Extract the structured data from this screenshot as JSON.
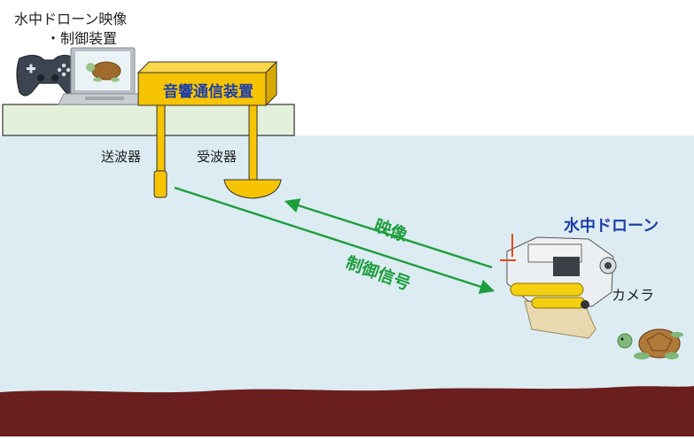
{
  "labels": {
    "title_line1": "水中ドローン映像",
    "title_line2": "・制御装置",
    "acoustic_device": "音響通信装置",
    "transmitter": "送波器",
    "receiver": "受波器",
    "video": "映像",
    "control_signal": "制御信号",
    "drone": "水中ドローン",
    "camera": "カメラ"
  },
  "colors": {
    "water": "#dcecf2",
    "seabed": "#6b1e1e",
    "shelf": "#e3f0dc",
    "acoustic_box": "#f6c400",
    "arrow": "#1e9e3c",
    "drone_title": "#1f3fa8"
  },
  "icons": [
    "gamepad-icon",
    "laptop-icon",
    "turtle-icon",
    "underwater-drone-icon"
  ]
}
